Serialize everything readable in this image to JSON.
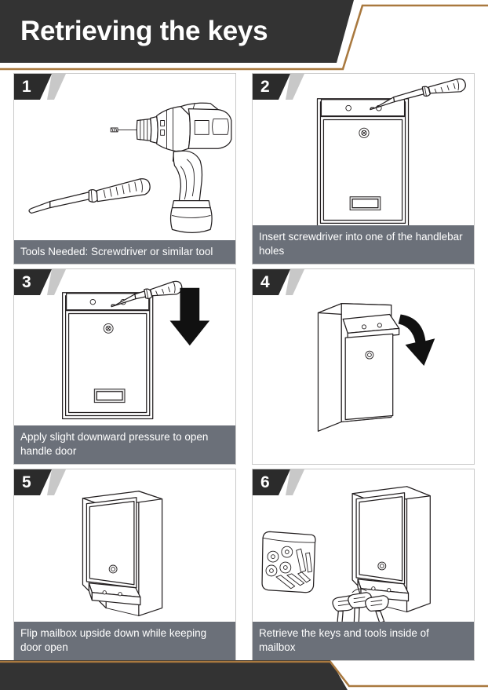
{
  "header": {
    "title": "Retrieving the keys",
    "band_color": "#333333",
    "accent_color": "#a9793f",
    "title_color": "#ffffff"
  },
  "footer": {
    "band_color": "#333333",
    "accent_color": "#a9793f"
  },
  "theme": {
    "caption_bg": "#6b7079",
    "caption_text": "#ffffff",
    "badge_bg": "#2b2b2b",
    "panel_border": "#c9c9c9",
    "line_art": "#231f20",
    "page_bg": "#ffffff"
  },
  "steps": [
    {
      "number": "1",
      "caption": "Tools Needed: Screwdriver or similar tool",
      "has_caption": true,
      "illustration": "cordless-drill-and-screwdriver"
    },
    {
      "number": "2",
      "caption": "Insert screwdriver into one of the handlebar holes",
      "has_caption": true,
      "illustration": "mailbox-front-with-screwdriver-in-handlebar-hole"
    },
    {
      "number": "3",
      "caption": "Apply slight downward pressure to open handle door",
      "has_caption": true,
      "illustration": "mailbox-front-with-screwdriver-and-down-arrow"
    },
    {
      "number": "4",
      "caption": "",
      "has_caption": false,
      "illustration": "mailbox-3d-with-curved-arrow-door-opening"
    },
    {
      "number": "5",
      "caption": "Flip mailbox upside down while keeping door open",
      "has_caption": true,
      "illustration": "mailbox-3d-upside-down-door-open"
    },
    {
      "number": "6",
      "caption": "Retrieve the keys and tools inside of mailbox",
      "has_caption": true,
      "illustration": "hardware-bag-keys-and-upside-down-mailbox"
    }
  ]
}
